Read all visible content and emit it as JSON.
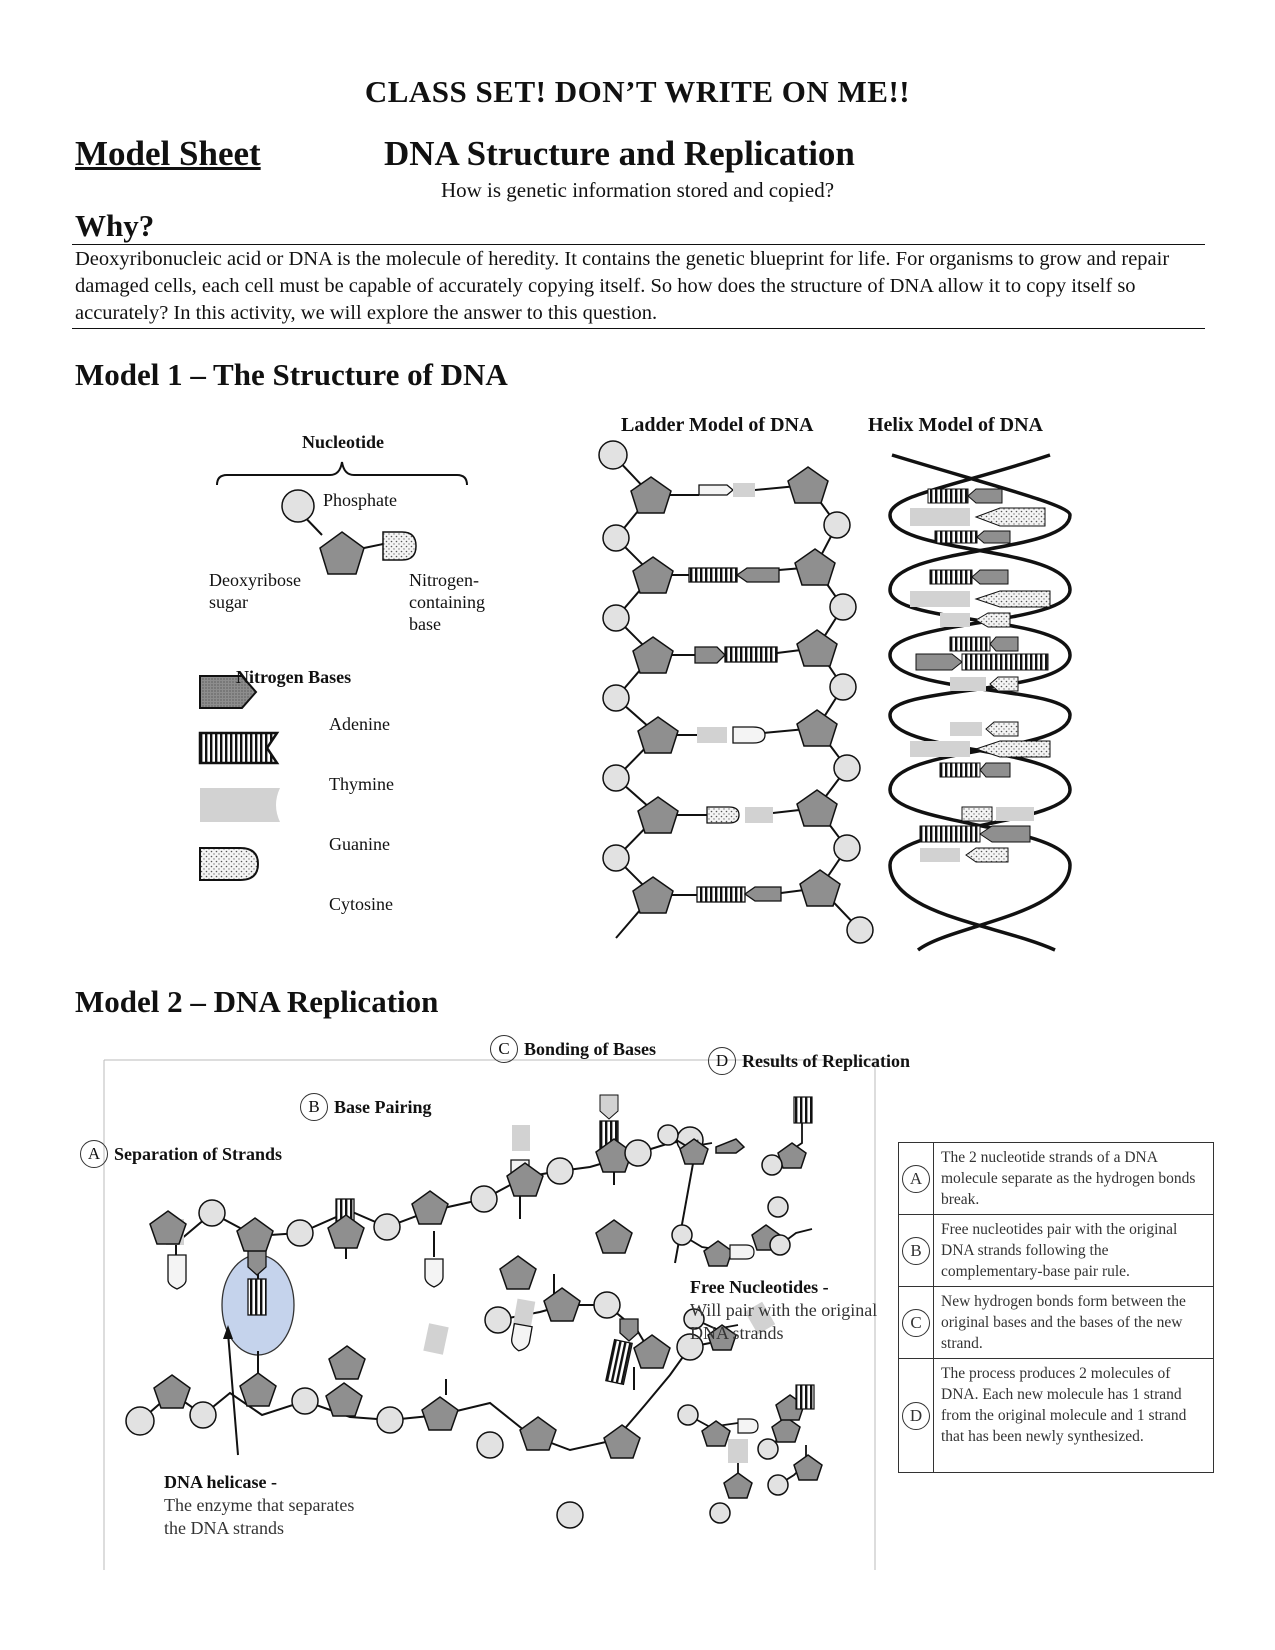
{
  "header": {
    "banner": "CLASS SET!  DON’T WRITE ON ME!!",
    "sheet_label": "Model Sheet",
    "title": "DNA Structure and Replication",
    "subtitle": "How is genetic information stored and copied?"
  },
  "why": {
    "heading": "Why?",
    "paragraph": "Deoxyribonucleic acid or DNA is the molecule of heredity.  It contains the genetic blueprint for life.  For organisms to grow and repair damaged cells, each cell must be capable of accurately copying itself.  So how does the structure of DNA allow it to copy itself so accurately?  In this activity, we will explore the answer to this question."
  },
  "model1": {
    "title": "Model 1 – The Structure of DNA",
    "nucleotide_label": "Nucleotide",
    "phosphate_label": "Phosphate",
    "sugar_label_1": "Deoxyribose",
    "sugar_label_2": "sugar",
    "base_label_1": "Nitrogen-",
    "base_label_2": "containing",
    "base_label_3": "base",
    "bases_heading": "Nitrogen Bases",
    "bases": {
      "adenine": "Adenine",
      "thymine": "Thymine",
      "guanine": "Guanine",
      "cytosine": "Cytosine"
    },
    "ladder_title": "Ladder Model of DNA",
    "helix_title": "Helix Model of DNA"
  },
  "model2": {
    "title": "Model 2 – DNA Replication",
    "steps": {
      "a": {
        "letter": "A",
        "label": "Separation of Strands"
      },
      "b": {
        "letter": "B",
        "label": "Base Pairing"
      },
      "c": {
        "letter": "C",
        "label": "Bonding of Bases"
      },
      "d": {
        "letter": "D",
        "label": "Results of Replication"
      }
    },
    "free_nucleotides_title": "Free Nucleotides -",
    "free_nucleotides_desc_1": "Will pair with the original",
    "free_nucleotides_desc_2": "DNA strands",
    "helicase_title": "DNA helicase -",
    "helicase_desc_1": "The enzyme that separates",
    "helicase_desc_2": "the DNA strands",
    "legend": [
      {
        "letter": "A",
        "text": "The 2 nucleotide strands of a DNA molecule separate as the hydrogen bonds break."
      },
      {
        "letter": "B",
        "text": "Free nucleotides pair with the original DNA strands following the complementary-base pair rule."
      },
      {
        "letter": "C",
        "text": "New hydrogen bonds form between the original bases and the bases of the new strand."
      },
      {
        "letter": "D",
        "text": "The process produces 2 molecules of DNA.  Each new molecule has 1 strand from the original molecule and 1 strand that has been newly synthesized."
      }
    ]
  },
  "colors": {
    "pentagon": "#8f8f8f",
    "phosphate": "#e2e2e2",
    "guanine": "#d2d2d2",
    "helicase": "#c5d3ec",
    "ink": "#111111"
  },
  "icons": [
    "pentagon-sugar-icon",
    "phosphate-circle-icon",
    "adenine-shape-icon",
    "thymine-shape-icon",
    "guanine-shape-icon",
    "cytosine-shape-icon"
  ]
}
